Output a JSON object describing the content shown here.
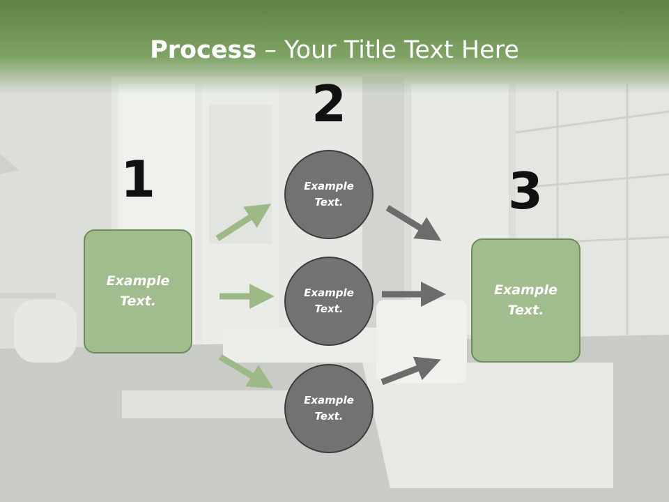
{
  "title": {
    "bold": "Process",
    "rest": " – Your Title Text Here"
  },
  "steps": {
    "one": {
      "number": "1",
      "line1": "Example",
      "line2": "Text."
    },
    "two": {
      "number": "2"
    },
    "three": {
      "number": "3",
      "line1": "Example",
      "line2": "Text."
    }
  },
  "circles": [
    {
      "line1": "Example",
      "line2": "Text."
    },
    {
      "line1": "Example",
      "line2": "Text."
    },
    {
      "line1": "Example",
      "line2": "Text."
    }
  ],
  "colors": {
    "header_green": "#6f9457",
    "box_green": "#a2bd8d",
    "circle_gray": "#727272",
    "arrow_green": "#9dba86",
    "arrow_gray": "#6c6c6c"
  }
}
